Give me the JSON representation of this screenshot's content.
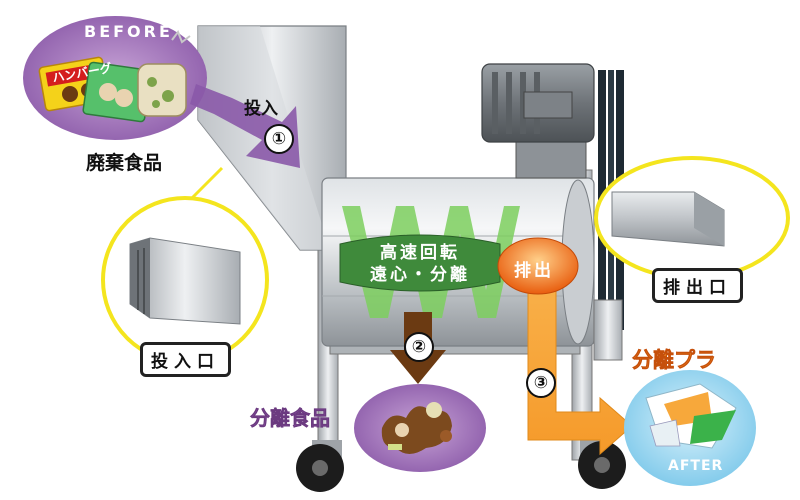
{
  "before_label": "BEFORE",
  "after_label": "AFTER",
  "waste_food_label": "廃棄食品",
  "input_action": "投入",
  "input_port_label": "投入口",
  "step_numbers": [
    "①",
    "②",
    "③"
  ],
  "process_line1": "高速回転",
  "process_line2": "遠心・分離",
  "discharge_action": "排出",
  "discharge_port_label": "排出口",
  "separated_food_label": "分離食品",
  "separated_plastic_label": "分離プラ",
  "package_text": "ハンバーグ",
  "colors": {
    "purple": "#8a59a8",
    "light_purple": "#b48cc6",
    "orange": "#f7a83b",
    "dark_orange": "#e85d0e",
    "green": "#3f8a3b",
    "brown_arrow": "#6b3a12",
    "yellow_outline": "#f4e51e",
    "steel": "#b8bcc0"
  }
}
